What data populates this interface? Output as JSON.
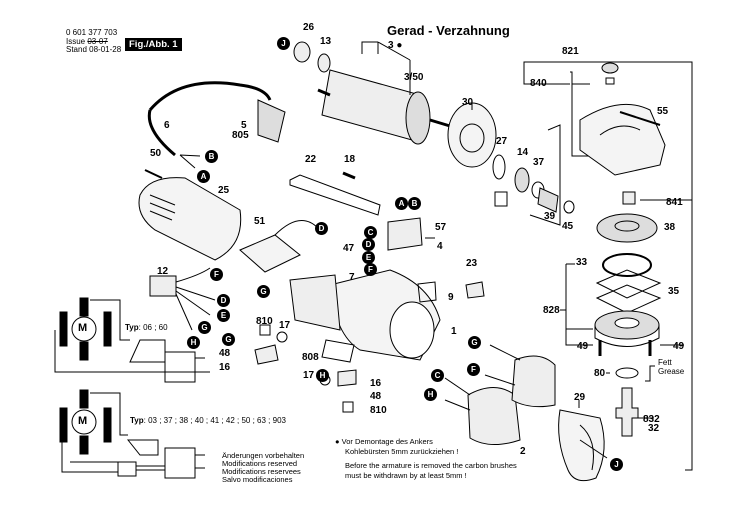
{
  "header": {
    "part_number": "0 601 377 703",
    "issue_label": "Issue",
    "stand_label": "Stand",
    "issue_value": "03-07",
    "stand_value": "08-01-28",
    "figure_label": "Fig./Abb. 1",
    "title": "Gerad - Verzahnung"
  },
  "part_labels": {
    "p26": "26",
    "p13": "13",
    "p3": "3",
    "p3_50": "3/50",
    "p821": "821",
    "p840": "840",
    "p55": "55",
    "p30": "30",
    "p27": "27",
    "p14": "14",
    "p37": "37",
    "p39": "39",
    "p45": "45",
    "p841": "841",
    "p38": "38",
    "p33": "33",
    "p35": "35",
    "p828": "828",
    "p49a": "49",
    "p49b": "49",
    "p80": "80",
    "p832": "832",
    "p32": "32",
    "p29": "29",
    "p6": "6",
    "p5": "5",
    "p805": "805",
    "p50": "50",
    "p25": "25",
    "p22": "22",
    "p18": "18",
    "p57": "57",
    "p4": "4",
    "p47": "47",
    "p7": "7",
    "p51": "51",
    "p12": "12",
    "p23": "23",
    "p9": "9",
    "p1": "1",
    "p810a": "810",
    "p17a": "17",
    "p48a": "48",
    "p16a": "16",
    "p808": "808",
    "p17b": "17",
    "p16b": "16",
    "p48b": "48",
    "p810b": "810",
    "p2": "2"
  },
  "connector_markers": {
    "J_top": "J",
    "B_cord": "B",
    "A_cord": "A",
    "A_sw": "A",
    "B_sw": "B",
    "C_sw": "C",
    "D_sw": "D",
    "E_sw": "E",
    "F_sw": "F",
    "D_51": "D",
    "G_51": "G",
    "F_12": "F",
    "D_12": "D",
    "E_12": "E",
    "G_12": "G",
    "H_12": "H",
    "G_810": "G",
    "H_17": "H",
    "G_field": "G",
    "F_field": "F",
    "C_field": "C",
    "H_field": "H",
    "J_guard": "J"
  },
  "grease": {
    "line1": "Fett",
    "line2": "Grease"
  },
  "wiring": {
    "motor_symbol": "M",
    "typ1_label": "Typ",
    "typ1_values": ": 06 ; 60",
    "typ2_label": "Typ",
    "typ2_values": ": 03 ; 37 ; 38 ; 40 ; 41 ; 42 ; 50 ; 63 ; 903"
  },
  "modifications": [
    "Änderungen vorbehalten",
    "Modifications reserved",
    "Modifications reservees",
    "Salvo modificaciones"
  ],
  "notes": {
    "de_line1": "Vor Demontage des Ankers",
    "de_line2": "Kohlebürsten 5mm zurückziehen !",
    "en_line1": "Before the armature is removed the carbon brushes",
    "en_line2": "must be withdrawn by at least 5mm !"
  }
}
